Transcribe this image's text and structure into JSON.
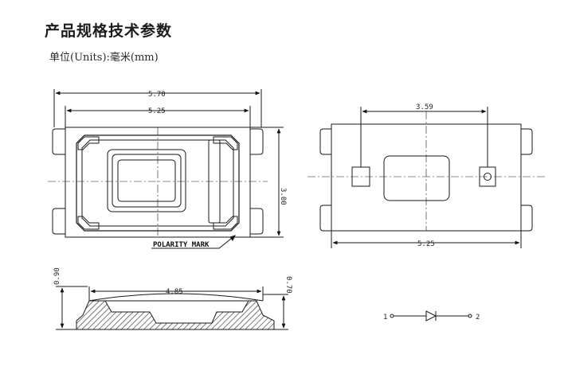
{
  "header": {
    "title": "产品规格技术参数",
    "subtitle": "单位(Units):毫米(mm)"
  },
  "top_view": {
    "dim_overall_length": "5.70",
    "dim_body_length": "5.25",
    "dim_width": "3.00",
    "polarity_label": "POLARITY MARK"
  },
  "bottom_view": {
    "dim_pad_spacing": "3.59",
    "dim_length": "5.25"
  },
  "side_view": {
    "dim_top_width": "4.85",
    "dim_total_height": "0.90",
    "dim_body_height": "0.70"
  },
  "circuit": {
    "pin_1": "1",
    "pin_2": "2"
  },
  "colors": {
    "line": "#1a1a1a",
    "hatch": "#333333"
  }
}
